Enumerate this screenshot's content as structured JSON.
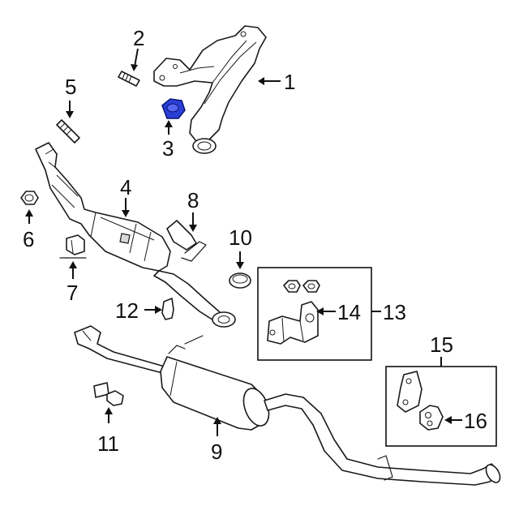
{
  "callouts": {
    "c1": "1",
    "c2": "2",
    "c3": "3",
    "c4": "4",
    "c5": "5",
    "c6": "6",
    "c7": "7",
    "c8": "8",
    "c9": "9",
    "c10": "10",
    "c11": "11",
    "c12": "12",
    "c13": "13",
    "c14": "14",
    "c15": "15",
    "c16": "16"
  },
  "colors": {
    "highlight_part": "#2a3fd6",
    "line": "#1a1a1a",
    "background": "#ffffff"
  }
}
